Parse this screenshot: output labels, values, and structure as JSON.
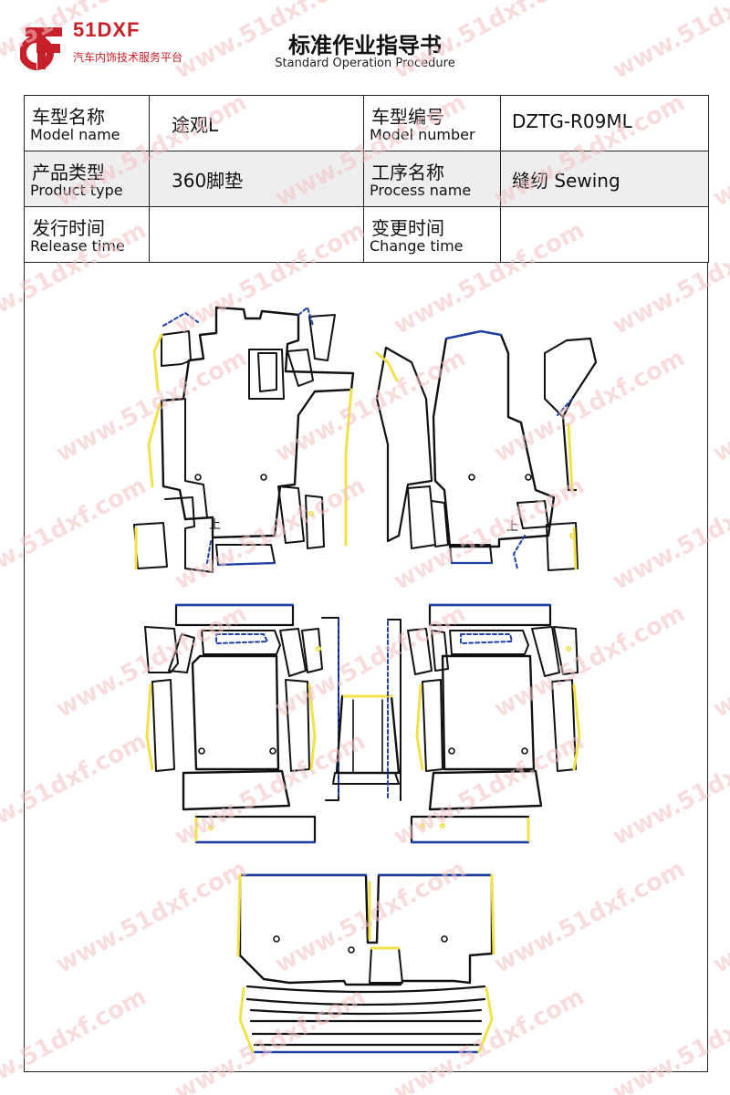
{
  "header": {
    "logo_brand": "51DXF",
    "logo_sub": "汽车内饰技术服务平台",
    "title": "标准作业指导书",
    "subtitle": "Standard Operation Procedure"
  },
  "info": {
    "row1": {
      "model_name_cn": "车型名称",
      "model_name_en": "Model name",
      "model_name_value": "途观L",
      "model_number_cn": "车型编号",
      "model_number_en": "Model number",
      "model_number_value": "DZTG-R09ML"
    },
    "row2": {
      "product_type_cn": "产品类型",
      "product_type_en": "Product type",
      "product_type_value": "360脚垫",
      "process_name_cn": "工序名称",
      "process_name_en": "Process name",
      "process_name_value": "缝纫 Sewing"
    },
    "row3": {
      "release_time_cn": "发行时间",
      "release_time_en": "Release time",
      "release_time_value": "",
      "change_time_cn": "变更时间",
      "change_time_en": "Change time",
      "change_time_value": ""
    }
  },
  "pattern": {
    "marker_left": "上",
    "marker_right": "上"
  },
  "watermark": "www.51dxf.com",
  "colors": {
    "brand": "#c8202a",
    "outline": "#111111",
    "edge_yellow": "#f2e24a",
    "edge_blue": "#1f3fa8",
    "watermark": "#f3c3c3"
  }
}
